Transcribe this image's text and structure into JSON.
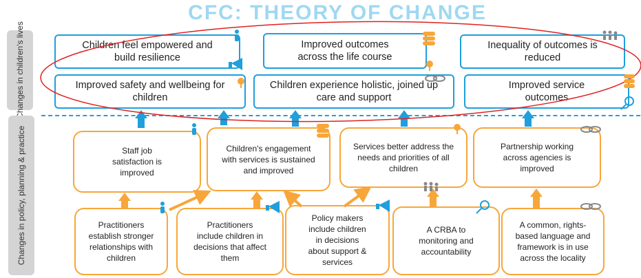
{
  "title": "CFC: THEORY OF CHANGE",
  "side_labels": {
    "top": "Changes in children's lives",
    "bottom": "Changes in policy, planning & practice"
  },
  "outcomes": [
    "Children feel empowered and build resilience",
    "Improved outcomes across the life course",
    "Inequality of outcomes is reduced",
    "Improved safety and wellbeing for children",
    "Children experience holistic, joined up care and support",
    "Improved service outcomes"
  ],
  "intermediate": [
    "Staff job satisfaction is improved",
    "Children's engagement with services is sustained and improved",
    "Services better address the needs and priorities of all children",
    "Partnership working across agencies is improved"
  ],
  "activities": [
    "Practitioners establish stronger relationships with children",
    "Practitioners include children in decisions that affect them",
    "Policy makers include children in decisions about support & services",
    "A CRBA to monitoring and accountability",
    "A common, rights-based language and framework is in use across the locality"
  ],
  "colors": {
    "title": "#9fd8f1",
    "outcome_border": "#1f9fdc",
    "pathway_border": "#f7a63a",
    "highlight_ring": "#e02020",
    "side_panel": "#d4d4d4"
  },
  "icons": [
    "person-icon",
    "megaphone-icon",
    "coin-stack-icon",
    "flower-icon",
    "family-icon",
    "link-icon",
    "magnifier-icon"
  ]
}
